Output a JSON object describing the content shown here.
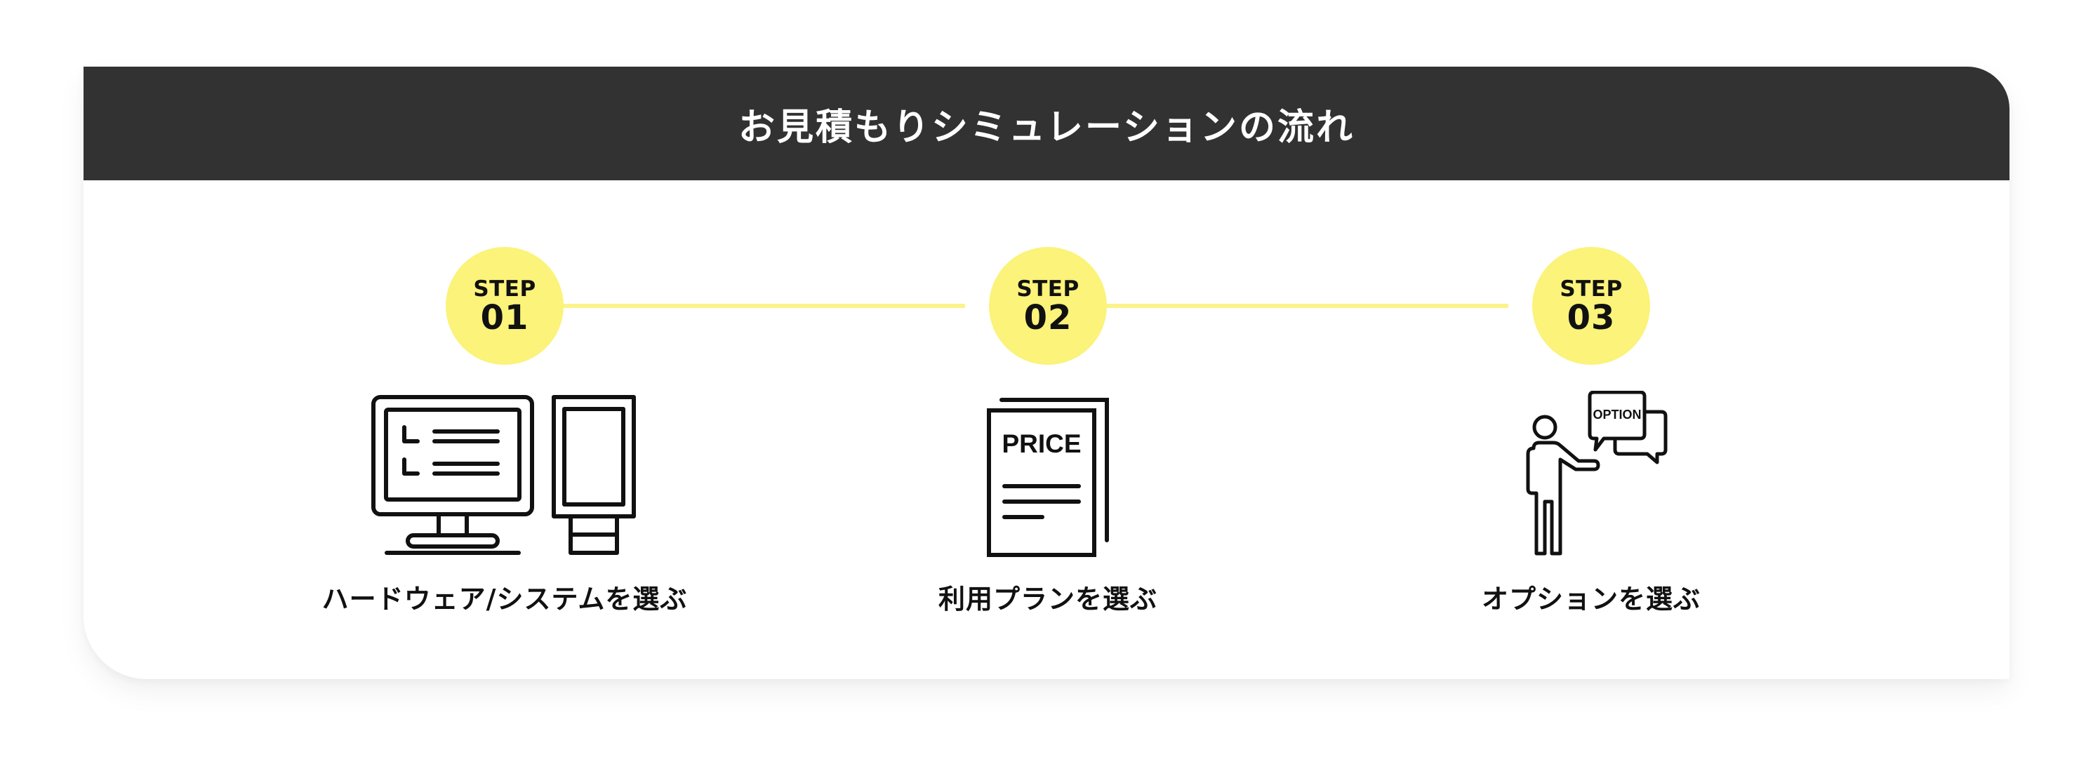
{
  "header": {
    "title": "お見積もりシミュレーションの流れ"
  },
  "colors": {
    "header_bg": "#323232",
    "accent_yellow": "#fbf37a",
    "text": "#111111"
  },
  "steps": [
    {
      "word": "STEP",
      "number": "01",
      "label": "ハードウェア/システムを選ぶ",
      "icon": "computer-and-kiosk-icon"
    },
    {
      "word": "STEP",
      "number": "02",
      "label": "利用プランを選ぶ",
      "icon": "price-document-icon",
      "icon_text": "PRICE"
    },
    {
      "word": "STEP",
      "number": "03",
      "label": "オプションを選ぶ",
      "icon": "person-with-speech-bubbles-icon",
      "icon_text": "OPTION"
    }
  ]
}
